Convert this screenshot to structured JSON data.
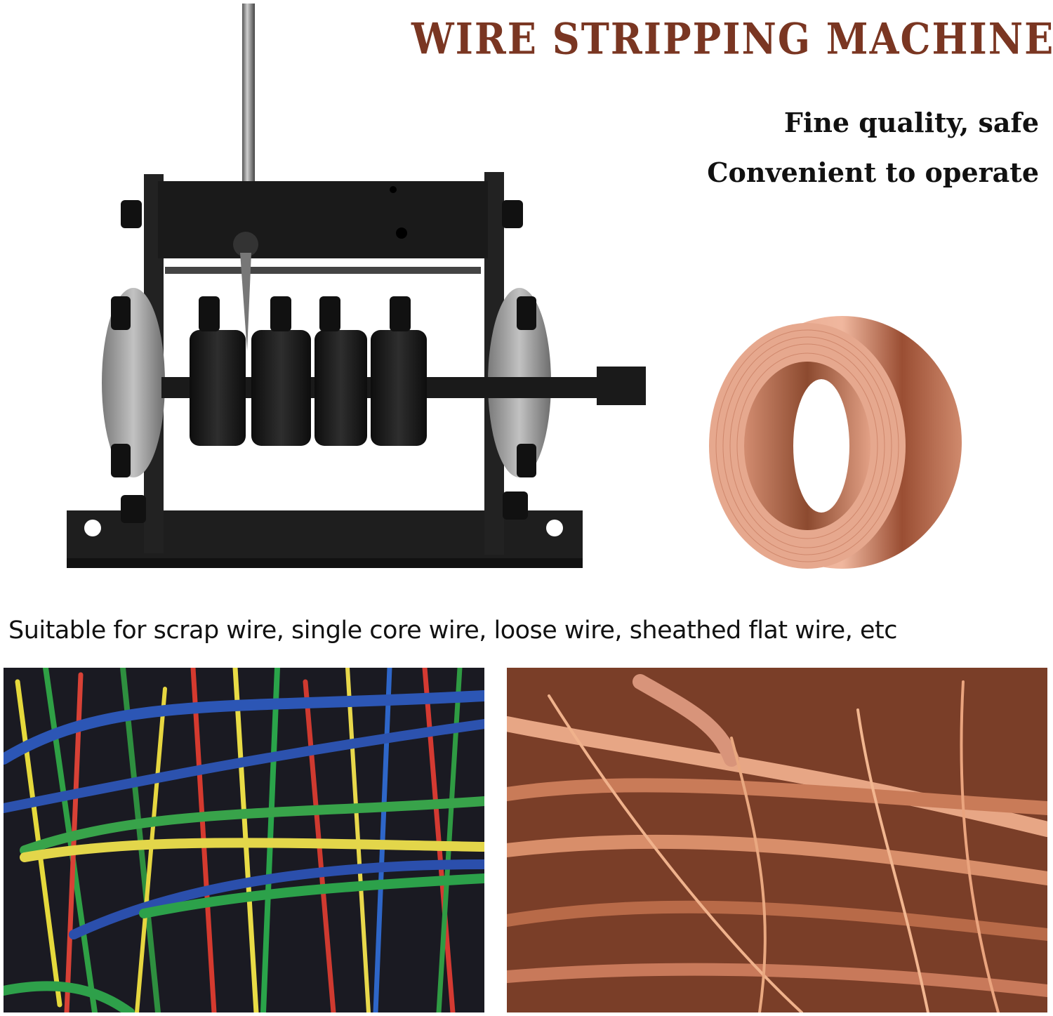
{
  "header": {
    "title": "WIRE STRIPPING MACHINE",
    "title_color": "#7a3622",
    "subtitle_line1": "Fine quality, safe",
    "subtitle_line2": "Convenient to operate"
  },
  "caption": {
    "text": "Suitable for scrap wire, single core wire, loose wire, sheathed flat wire, etc"
  },
  "images": {
    "machine": "wire-stripping-machine-image",
    "coil": "copper-wire-coil-image",
    "colored_wires": "colored-scrap-wire-photo",
    "copper_wires": "bare-copper-wire-photo"
  },
  "colors": {
    "machine_black": "#1c1c1c",
    "metal_gray": "#9a9a9a",
    "copper": "#d98a68",
    "copper_dark": "#8c4a2f"
  }
}
